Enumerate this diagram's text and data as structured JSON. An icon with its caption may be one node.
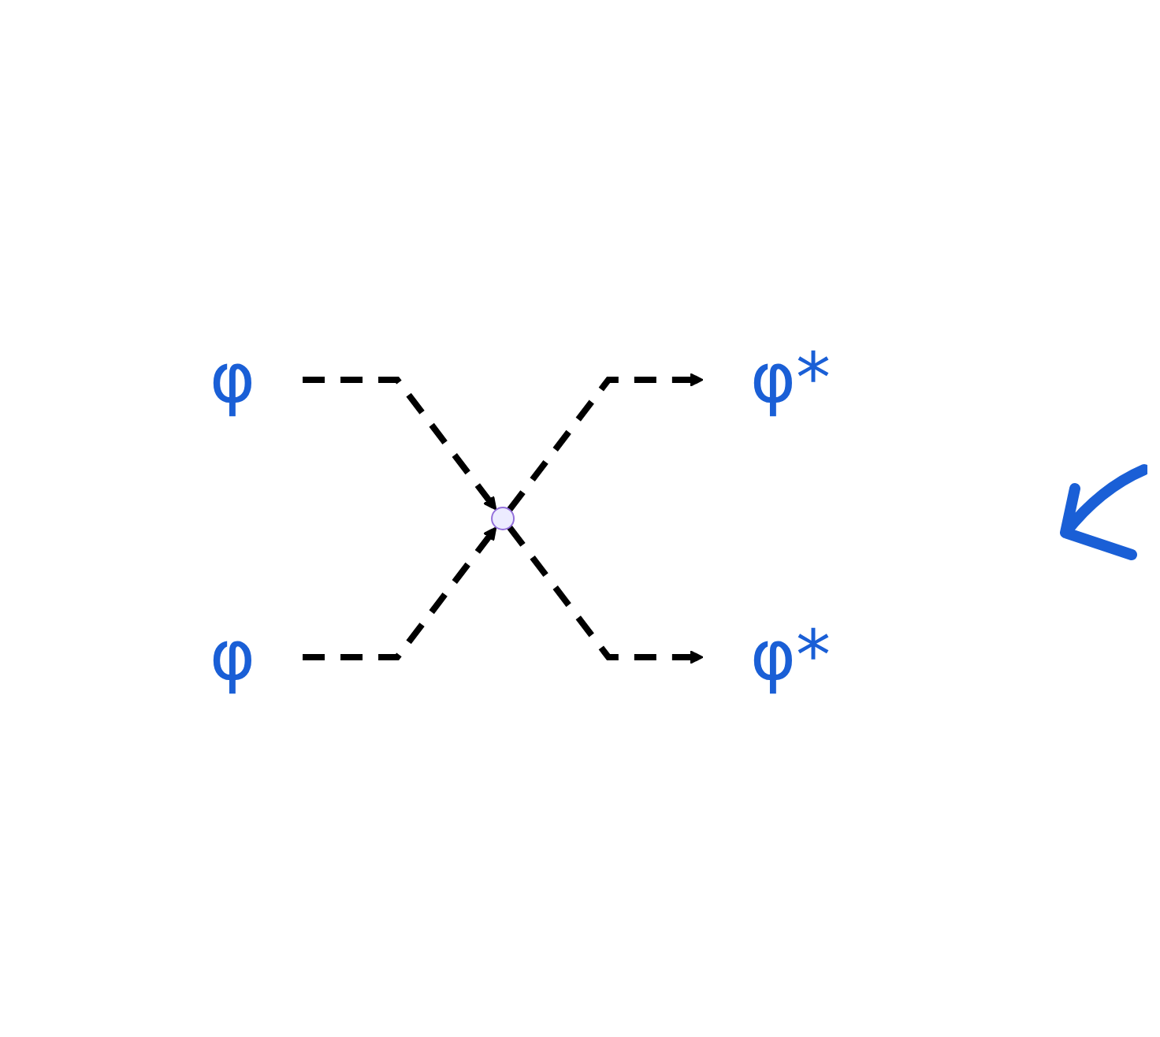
{
  "diagram": {
    "nodes": [
      {
        "text": [
          "φ"
        ]
      },
      {
        "text": [
          "φ*"
        ]
      },
      {
        "text": [],
        "shape": "point"
      },
      {
        "text": [
          "φ*"
        ]
      },
      {
        "text": [
          "φ"
        ]
      }
    ],
    "edges": [
      {
        "from": 0,
        "to": 2,
        "arrow": "to",
        "style": "dashed"
      },
      {
        "from": 2,
        "to": 1,
        "arrow": "to",
        "style": "dashed"
      },
      {
        "from": 2,
        "to": 3,
        "arrow": "to",
        "style": "dashed"
      },
      {
        "from": 4,
        "to": 2,
        "arrow": "to",
        "style": "dashed"
      }
    ]
  }
}
